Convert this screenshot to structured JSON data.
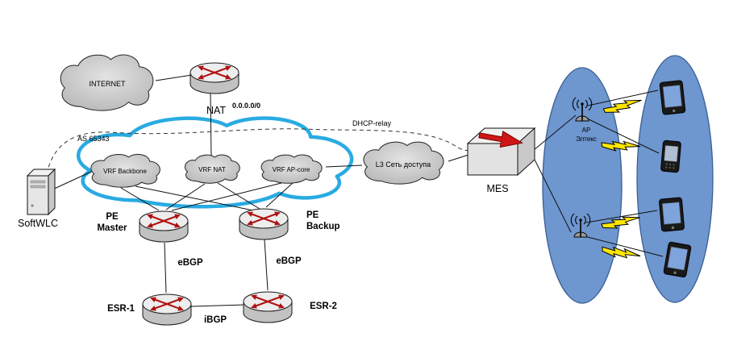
{
  "diagram": {
    "internet_label": "INTERNET",
    "nat_label": "NAT",
    "default_route": "0.0.0.0/0",
    "as_label": "AS 65343",
    "dhcp_relay_label": "DHCP-relay",
    "vrf_backbone_label": "VRF Backbone",
    "vrf_nat_label": "VRF NAT",
    "vrf_ap_core_label": "VRF AP-core",
    "l3_access_label": "L3 Сеть доступа",
    "softwlc_label": "SoftWLC",
    "pe_master_line1": "PE",
    "pe_master_line2": "Master",
    "pe_backup_line1": "PE",
    "pe_backup_line2": "Backup",
    "ebgp_left_label": "eBGP",
    "ebgp_right_label": "eBGP",
    "ibgp_label": "iBGP",
    "esr1_label": "ESR-1",
    "esr2_label": "ESR-2",
    "mes_label": "MES",
    "ap_label_line1": "АР",
    "ap_label_line2": "Элтекс"
  },
  "colors": {
    "backbone_cloud_outline": "#29abe2",
    "access_zone_fill": "#6e96cf",
    "access_zone_stroke": "#3a5f93",
    "lightning_fill": "#ffe600",
    "router_arrow_red": "#b01111",
    "cloud_fill": "#c9c9c9"
  }
}
